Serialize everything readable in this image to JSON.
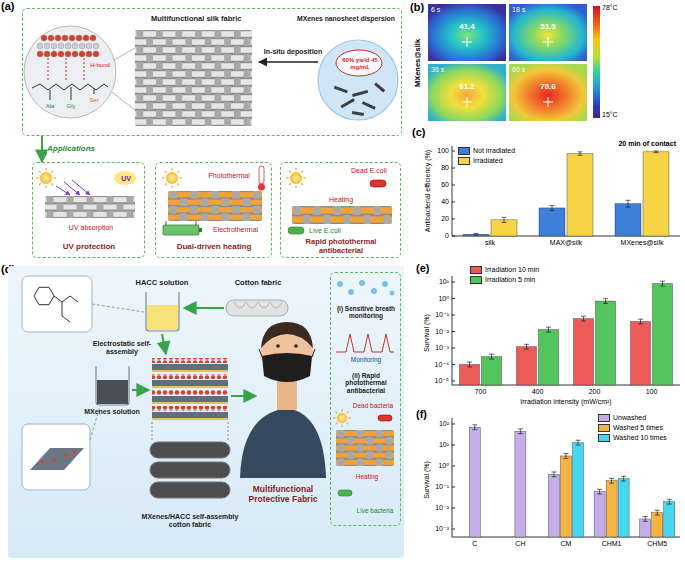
{
  "diagram": {
    "nodes": [
      {
        "text": [
          "Multifunctional silk fabric",
          "In-situ deposition",
          "MXenes nanosheet dispersion"
        ]
      },
      {
        "text": [
          "60% yield 45 mg/mL"
        ],
        "in": 0
      },
      {
        "text": [
          "UV",
          "UV absorption",
          "UV protection"
        ]
      },
      {
        "text": [
          "Photothermal",
          "Electrothermal",
          "Dual-driven heating"
        ]
      },
      {
        "text": [
          "Dead E.coli",
          "Heating",
          "Live E.coli",
          "Rapid photothermal antibacterial"
        ]
      },
      {
        "text": [
          "HACC solution",
          "Cotton fabric",
          "Electrostatic self-assembly",
          "MXenes solution",
          "MXenes/HACC self-assembly cotton fabric",
          "Multifunctional Protective Fabric"
        ]
      },
      {
        "text": [
          "(i) Sensitive breath monitoring",
          "Monitoring",
          "(ii) Rapid photothermal antibacterial",
          "Dead bacteria",
          "Heating",
          "Live bacteria"
        ],
        "in": 5
      }
    ],
    "edges": [
      {
        "from": 0,
        "to": 2,
        "arrow": "to",
        "label": "Applications"
      }
    ],
    "labels": [
      "(a)",
      "Ala",
      "Gly",
      "Ser",
      "H-bond",
      "(b)",
      "MXenes@silk",
      "6 s",
      "41.4",
      "18 s",
      "51.5",
      "36 s",
      "61.2",
      "60 s",
      "70.6",
      "78°C",
      "15°C",
      "(c)",
      "20 min of contact",
      "100",
      "80",
      "60",
      "40",
      "20",
      "0",
      "Antibacterial efficiency (%)",
      "silk",
      "MAX@silk",
      "MXenes@silk",
      "(d)",
      "(e)",
      "10¹",
      "10⁰",
      "10⁻¹",
      "10⁻²",
      "10⁻³",
      "10⁻⁴",
      "10⁻⁵",
      "Survival (%)",
      "700",
      "400",
      "200",
      "100",
      "Irradiation intensity (mW/cm²)",
      "(f)",
      "10²",
      "10¹",
      "10⁰",
      "10⁻¹",
      "10⁻²",
      "10⁻³",
      "Survival (%)",
      "C",
      "CH",
      "CM",
      "CHM1",
      "CHM5"
    ],
    "legend": [
      {
        "text": "Not irradiated",
        "color": "#3d7fd9"
      },
      {
        "text": "Irradiated",
        "color": "#f7d346"
      },
      {
        "text": "Irradiation 10 min",
        "color": "#ec5b57"
      },
      {
        "text": "Irradiation 5 min",
        "color": "#53c45e"
      },
      {
        "text": "Unwashed",
        "color": "#c3aee8"
      },
      {
        "text": "Washed 5 times",
        "color": "#f5b342"
      },
      {
        "text": "Washed 10 times",
        "color": "#45d6f2"
      }
    ]
  }
}
